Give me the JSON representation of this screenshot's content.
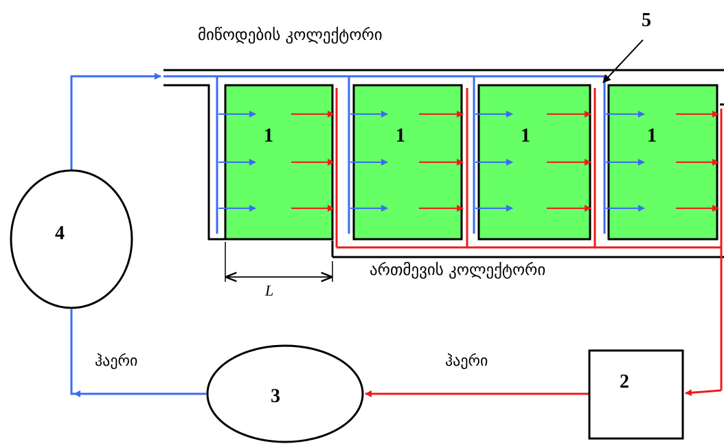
{
  "labels": {
    "supply_collector": "მიწოდების კოლექტორი",
    "collection_collector": "ართმევის კოლექტორი",
    "air_left": "ჰაერი",
    "air_right": "ჰაერი",
    "width_label": "L",
    "pointer_number": "5"
  },
  "components": {
    "room_label": "1",
    "unit2_label": "2",
    "unit3_label": "3",
    "unit4_label": "4"
  },
  "colors": {
    "supply_line": "#3b6cf0",
    "return_line": "#ee1c1c",
    "room_fill": "#66ff66",
    "outline": "#000000"
  }
}
